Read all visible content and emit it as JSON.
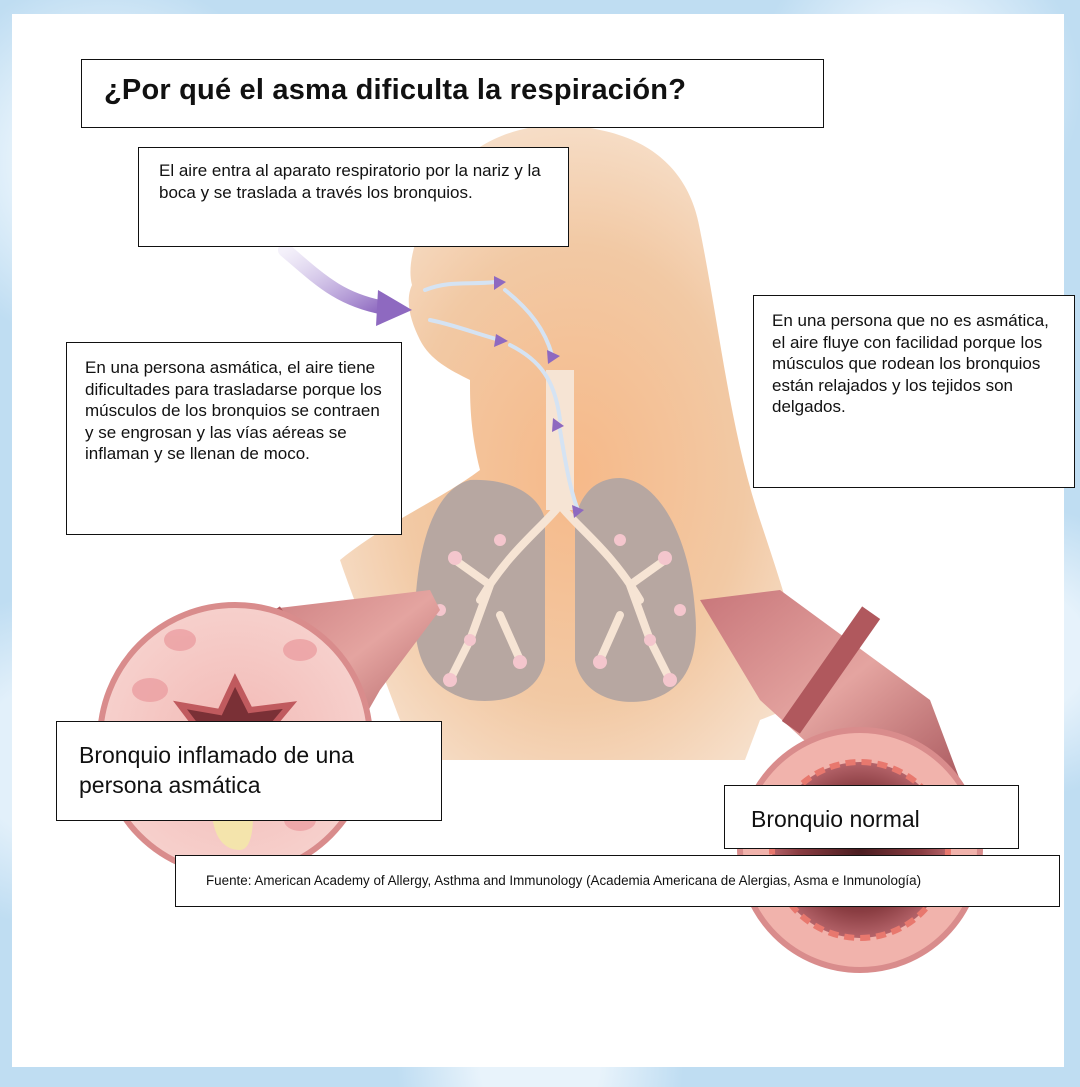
{
  "title": "¿Por qué el asma dificulta la respiración?",
  "callouts": {
    "air_entry": "El aire entra al aparato respiratorio por la nariz y la boca y se traslada a través los bronquios.",
    "asthmatic_person": "En una persona asmática, el aire tiene dificultades para trasladarse porque los músculos de los bronquios se contraen y se engrosan y las vías aéreas se inflaman y se llenan de moco.",
    "non_asthmatic_person": "En una persona que no es asmática, el aire fluye con facilidad porque los músculos que rodean los bronquios están relajados y los tejidos son delgados."
  },
  "labels": {
    "inflamed_bronchus": "Bronquio inflamado de una persona asmática",
    "normal_bronchus": "Bronquio normal"
  },
  "source": "Fuente: American Academy of Allergy, Asthma and Immunology (Academia Americana de Alergias, Asma e Inmunología)",
  "colors": {
    "frame": "#bfddf2",
    "skin": "#f2c9a4",
    "lung": "#b7a7a1",
    "bronchus_wall": "#e9a6a2",
    "muscle_band": "#b0585d",
    "mucus": "#f4e7a8",
    "air_arrow": "#9d7cc4"
  }
}
